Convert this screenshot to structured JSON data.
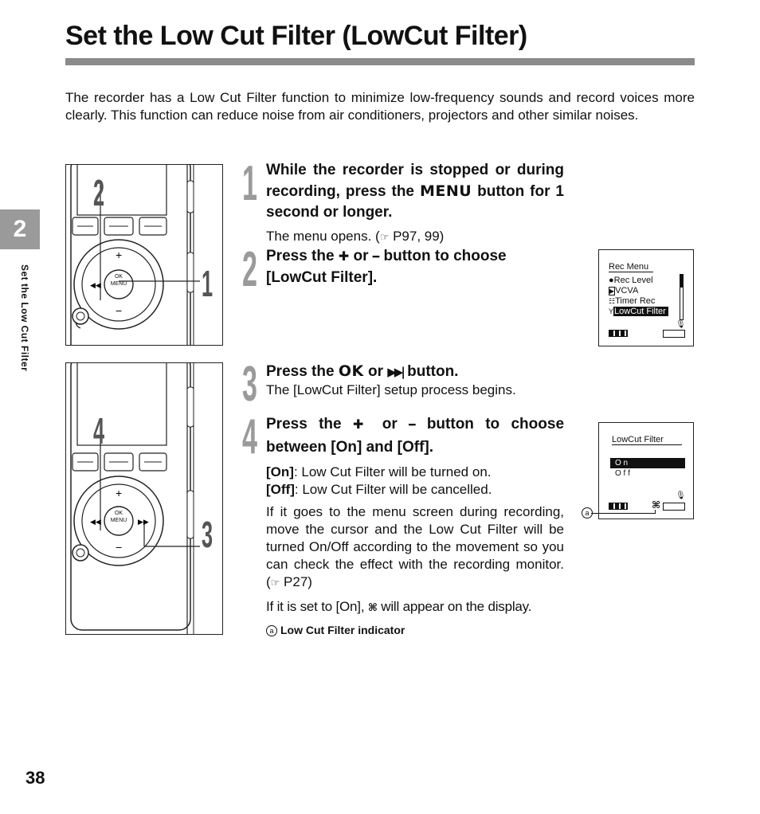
{
  "title": "Set the Low Cut Filter (LowCut Filter)",
  "intro": "The recorder has a Low Cut Filter function to minimize low-frequency sounds and record voices more clearly. This function can reduce noise from air conditioners, projectors and other similar noises.",
  "chapter_tab": "2",
  "side_label": "Set the Low Cut Filter",
  "page_number": "38",
  "figure_top": {
    "callout_top": "2",
    "callout_side": "1",
    "ok_label": "OK",
    "menu_label": "MENU"
  },
  "figure_bottom": {
    "callout_top": "4",
    "callout_side": "3",
    "ok_label": "OK",
    "menu_label": "MENU"
  },
  "step1": {
    "num": "1",
    "heading_a": "While the recorder is stopped or during recording, press the ",
    "heading_key": "MENU",
    "heading_b": " button for 1 second or longer.",
    "note_a": "The menu opens. (",
    "note_ref": "☞",
    "note_b": " P97, 99)"
  },
  "step2": {
    "num": "2",
    "heading_a": "Press the ",
    "plus": "✚",
    "heading_or": " or ",
    "minus": "━",
    "heading_b": " button to choose [LowCut Filter]."
  },
  "lcd1": {
    "title": "Rec Menu",
    "items": [
      "Rec Level",
      "VCVA",
      "Timer Rec",
      "LowCut Filter"
    ]
  },
  "step3": {
    "num": "3",
    "heading_a": "Press the ",
    "ok_key": "OK",
    "heading_or": " or ",
    "next_key": "▶▶|",
    "heading_b": " button.",
    "note": "The [LowCut Filter] setup process begins."
  },
  "step4": {
    "num": "4",
    "heading_a": "Press the ",
    "plus": "✚",
    "heading_or": " or ",
    "minus": "━",
    "heading_b": " button to choose between [On] and [Off].",
    "on_label": "[On]",
    "on_text": ": Low Cut Filter will be turned on.",
    "off_label": "[Off]",
    "off_text": ": Low Cut Filter will be cancelled.",
    "para": "If it goes to the menu screen during recording, move the cursor and the Low Cut Filter will be turned On/Off according to the movement so you can check the effect with the recording monitor. (",
    "para_ref": "☞",
    "para_end": " P27)",
    "display_a": "If it is set to [On], ",
    "display_icon": "⌘",
    "display_b": " will appear on the display.",
    "legend_marker": "a",
    "legend_text": "Low Cut Filter indicator"
  },
  "lcd2": {
    "title": "LowCut Filter",
    "items": [
      "O n",
      "O f f"
    ],
    "marker": "a"
  }
}
